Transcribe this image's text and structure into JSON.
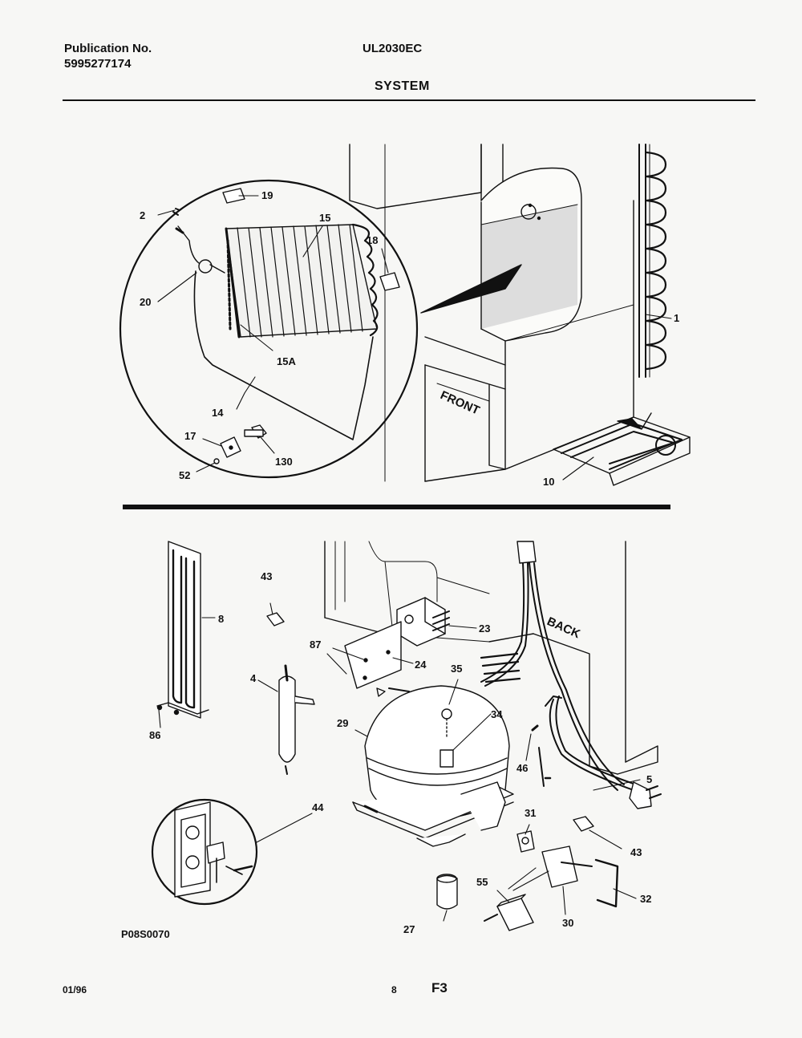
{
  "header": {
    "publication_label": "Publication No.",
    "publication_number": "5995277174",
    "model": "UL2030EC",
    "section": "SYSTEM"
  },
  "top_diagram": {
    "callouts": {
      "c1": "1",
      "c2": "2",
      "c10": "10",
      "c14": "14",
      "c15": "15",
      "c15a": "15A",
      "c17": "17",
      "c18": "18",
      "c19": "19",
      "c20": "20",
      "c52": "52",
      "c130": "130"
    },
    "front_label": "FRONT"
  },
  "bottom_diagram": {
    "callouts": {
      "c4": "4",
      "c5": "5",
      "c8": "8",
      "c23": "23",
      "c24": "24",
      "c27": "27",
      "c29": "29",
      "c30": "30",
      "c31": "31",
      "c32": "32",
      "c34": "34",
      "c35": "35",
      "c43a": "43",
      "c43b": "43",
      "c44": "44",
      "c46": "46",
      "c55": "55",
      "c86": "86",
      "c87": "87"
    },
    "back_label": "BACK",
    "figure_code": "P08S0070"
  },
  "footer": {
    "date": "01/96",
    "page": "8",
    "sheet": "F3"
  }
}
